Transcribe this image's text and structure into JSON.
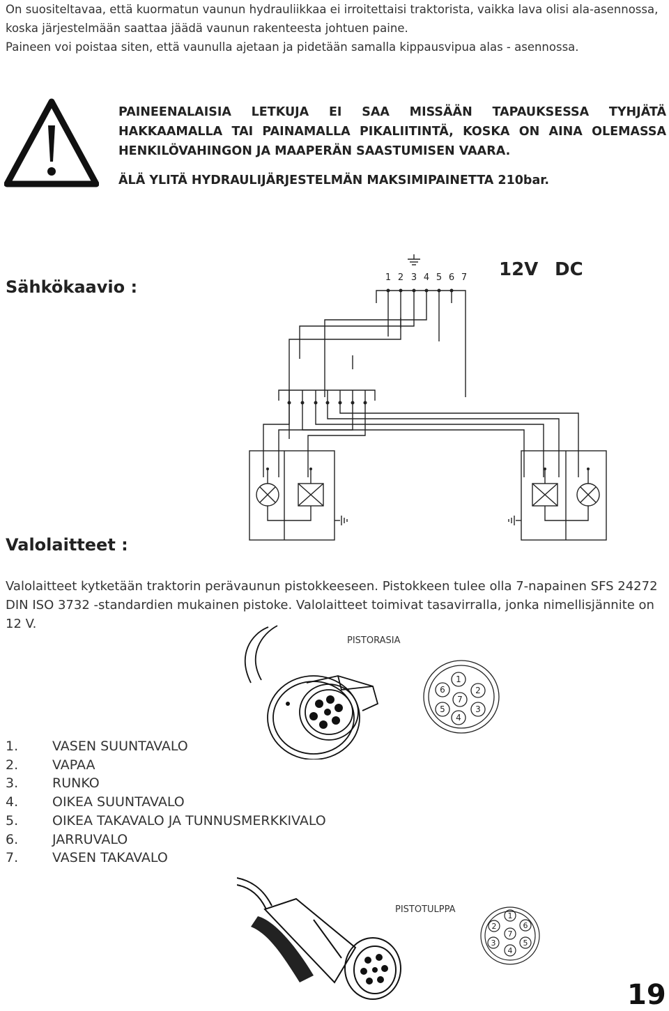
{
  "intro": {
    "line1": "On suositeltavaa, että kuormatun vaunun hydrauliikkaa ei irroitettaisi traktorista, vaikka lava olisi ala-asennossa, koska järjestelmään saattaa jäädä vaunun rakenteesta johtuen paine.",
    "line2": "Paineen voi poistaa siten, että vaunulla ajetaan ja pidetään samalla kippausvipua alas - asennossa."
  },
  "warning": {
    "icon": "warning-triangle-icon",
    "text": "PAINEENALAISIA LETKUJA EI SAA MISSÄÄN TAPAUKSESSA TYHJÄTÄ HAKKAAMALLA TAI PAINAMALLA PIKALIITINTÄ, KOSKA ON AINA OLEMASSA HENKILÖVAHINGON JA MAAPERÄN SAASTUMISEN VAARA.",
    "max_pressure": "ÄLÄ YLITÄ HYDRAULIJÄRJESTELMÄN MAKSIMIPAINETTA 210bar."
  },
  "wiring": {
    "heading": "Sähkökaavio :",
    "pins": [
      "1",
      "2",
      "3",
      "4",
      "5",
      "6",
      "7"
    ],
    "voltage": "12V",
    "current": "DC"
  },
  "lights": {
    "heading": "Valolaitteet :",
    "description": "Valolaitteet kytketään traktorin perävaunun pistokkeeseen. Pistokkeen tulee olla 7-napainen SFS 24272 DIN ISO 3732 -standardien mukainen pistoke. Valolaitteet toimivat tasavirralla, jonka nimellisjännite on 12 V."
  },
  "socket": {
    "label": "PISTORASIA",
    "pins": [
      "1",
      "2",
      "3",
      "4",
      "5",
      "6",
      "7"
    ]
  },
  "plug": {
    "label": "PISTOTULPPA",
    "pins": [
      "1",
      "2",
      "3",
      "4",
      "5",
      "6",
      "7"
    ]
  },
  "pin_list": [
    {
      "num": "1.",
      "label": "VASEN SUUNTAVALO"
    },
    {
      "num": "2.",
      "label": "VAPAA"
    },
    {
      "num": "3.",
      "label": "RUNKO"
    },
    {
      "num": "4.",
      "label": "OIKEA SUUNTAVALO"
    },
    {
      "num": "5.",
      "label": "OIKEA TAKAVALO JA TUNNUSMERKKIVALO"
    },
    {
      "num": "6.",
      "label": "JARRUVALO"
    },
    {
      "num": "7.",
      "label": "VASEN TAKAVALO"
    }
  ],
  "page_number": "19"
}
